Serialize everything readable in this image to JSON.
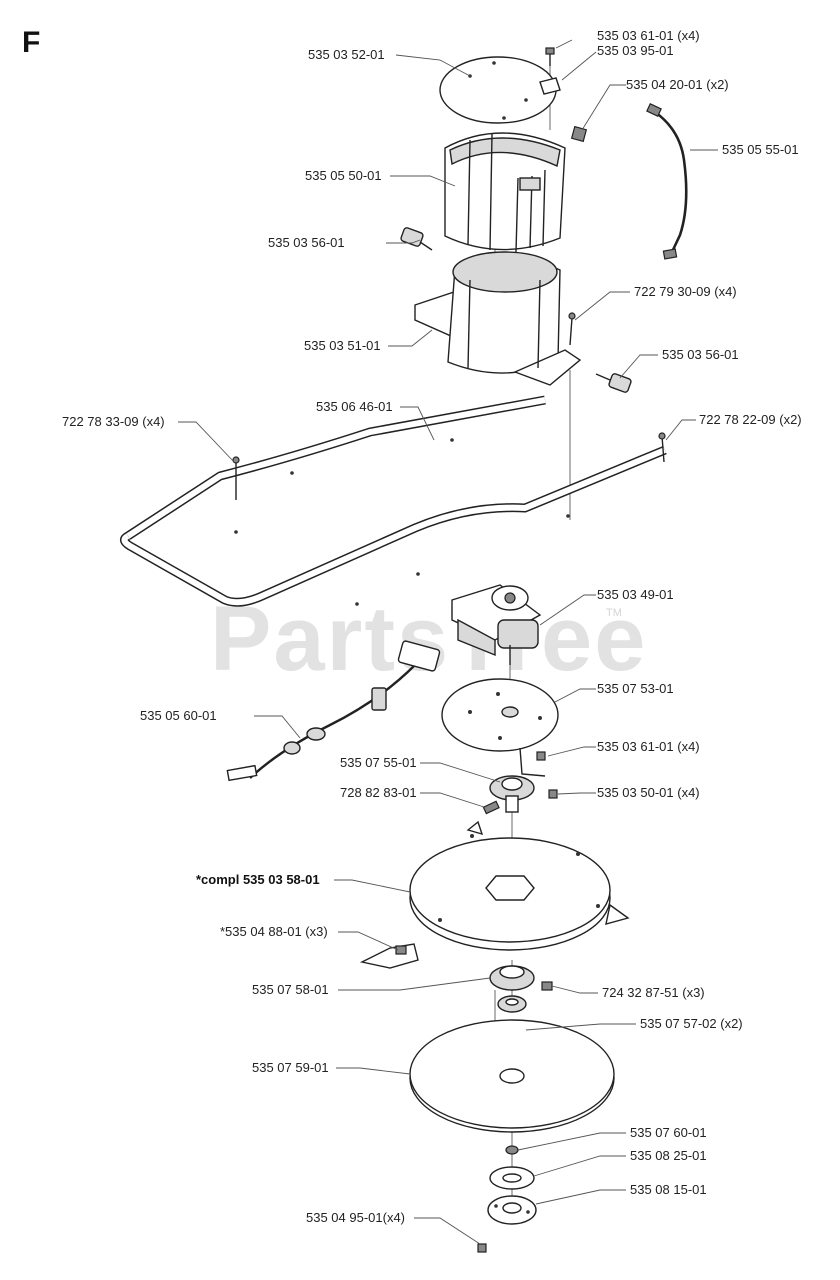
{
  "section_letter": "F",
  "watermark": "PartsTree",
  "watermark_tm": "TM",
  "labels": {
    "l01": "535 03 61-01 (x4)",
    "l02": "535 03 95-01",
    "l03": "535 03 52-01",
    "l04": "535 04 20-01 (x2)",
    "l05": "535 05 55-01",
    "l06": "535 05 50-01",
    "l07": "535 03 56-01",
    "l08": "722 79 30-09 (x4)",
    "l09": "535 03 56-01",
    "l10": "535 03 51-01",
    "l11": "535 06 46-01",
    "l12": "722 78 22-09 (x2)",
    "l13": "722 78 33-09 (x4)",
    "l14": "535 03 49-01",
    "l15": "535 07 53-01",
    "l16": "535 05 60-01",
    "l17": "535 03 61-01 (x4)",
    "l18": "535 07 55-01",
    "l19": "728 82 83-01",
    "l20": "535 03 50-01 (x4)",
    "l21": "*compl 535 03 58-01",
    "l22": "*535 04 88-01 (x3)",
    "l23": "535 07 58-01",
    "l24": "724 32 87-51 (x3)",
    "l25": "535 07 57-02 (x2)",
    "l26": "535 07 59-01",
    "l27": "535 07 60-01",
    "l28": "535 08 25-01",
    "l29": "535 08 15-01",
    "l30": "535 04 95-01(x4)"
  }
}
